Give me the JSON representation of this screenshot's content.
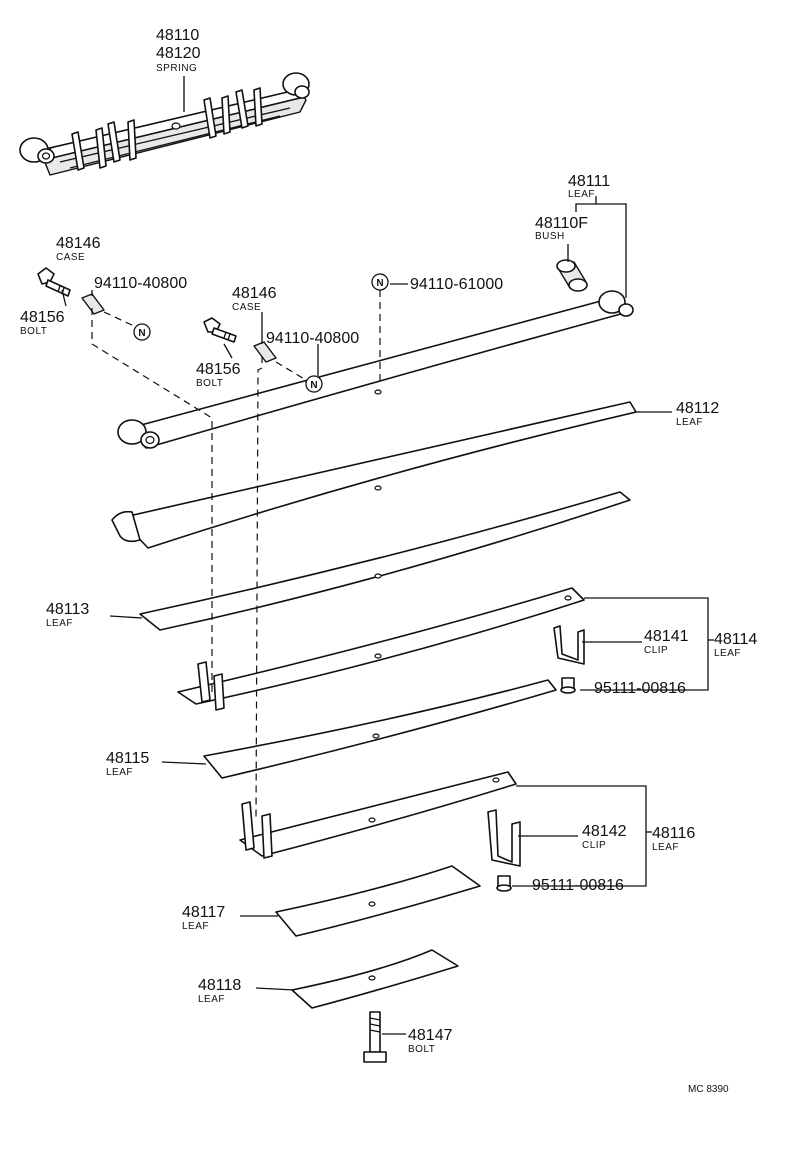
{
  "parts": {
    "spring_assy": {
      "numbers": [
        "48110",
        "48120"
      ],
      "desc": "SPRING"
    },
    "leaf_48111": {
      "number": "48111",
      "desc": "LEAF"
    },
    "bush": {
      "number": "48110F",
      "desc": "BUSH"
    },
    "case_left": {
      "number": "48146",
      "desc": "CASE"
    },
    "bolt_left": {
      "number": "48156",
      "desc": "BOLT"
    },
    "nut_left": {
      "number": "94110-40800"
    },
    "case_mid": {
      "number": "48146",
      "desc": "CASE"
    },
    "bolt_mid": {
      "number": "48156",
      "desc": "BOLT"
    },
    "nut_mid": {
      "number": "94110-40800"
    },
    "nut_top": {
      "number": "94110-61000"
    },
    "leaf_48112": {
      "number": "48112",
      "desc": "LEAF"
    },
    "leaf_48113": {
      "number": "48113",
      "desc": "LEAF"
    },
    "clip_48141": {
      "number": "48141",
      "desc": "CLIP"
    },
    "leaf_48114": {
      "number": "48114",
      "desc": "LEAF"
    },
    "rivet_1": {
      "number": "95111-00816"
    },
    "leaf_48115": {
      "number": "48115",
      "desc": "LEAF"
    },
    "clip_48142": {
      "number": "48142",
      "desc": "CLIP"
    },
    "leaf_48116": {
      "number": "48116",
      "desc": "LEAF"
    },
    "rivet_2": {
      "number": "95111-00816"
    },
    "leaf_48117": {
      "number": "48117",
      "desc": "LEAF"
    },
    "leaf_48118": {
      "number": "48118",
      "desc": "LEAF"
    },
    "center_bolt": {
      "number": "48147",
      "desc": "BOLT"
    }
  },
  "nut_symbol": "N",
  "drawing_ref": "MC 8390"
}
